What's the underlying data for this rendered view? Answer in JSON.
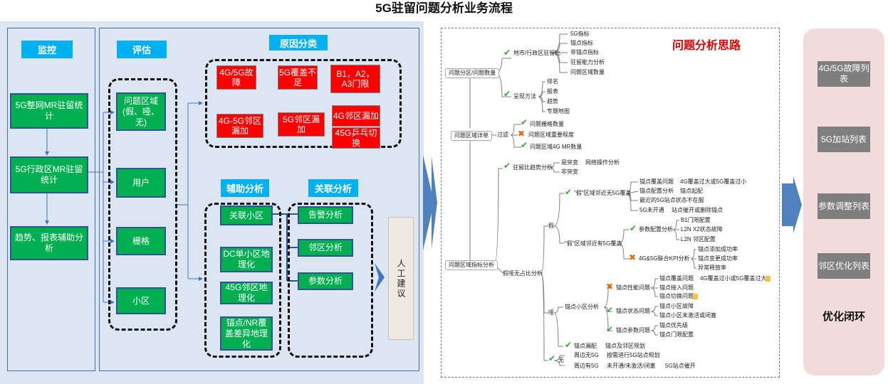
{
  "title": "5G驻留问题分析业务流程",
  "left": {
    "monitor_header": "监控",
    "monitor_items": [
      "5G整网MR驻留统计",
      "5G行政区MR驻留统计",
      "趋势、报表辅助分析"
    ],
    "assess_header": "评估",
    "assess_items": [
      "问题区域(假、哑、无)",
      "用户",
      "栅格",
      "小区"
    ],
    "cause_header": "原因分类",
    "cause_items": [
      "4G/5G故障",
      "5G覆盖不足",
      "B1，A2，A3门限",
      "4G-5G邻区漏加",
      "5G邻区漏加",
      "4G邻区漏加",
      "45G乒乓切换"
    ],
    "aux_header": "辅助分析",
    "aux_items": [
      "关联小区",
      "DC单小区地理化",
      "45G邻区地理化",
      "锚点/NR覆盖差异地理化"
    ],
    "rel_header": "关联分析",
    "rel_items": [
      "告警分析",
      "邻区分析",
      "参数分析"
    ],
    "manual": "人工建议"
  },
  "mindmap": {
    "title": "问题分析思路",
    "roots": [
      "问题分区/问题数量",
      "问题区域详单",
      "问题区域指标分析"
    ],
    "group_a_label": "地市/行政区驻留比",
    "group_a_items": [
      "5G指标",
      "锚点指标",
      "非锚点指标",
      "驻留能力分析",
      "问题区域数量"
    ],
    "group_b_label": "呈现方法",
    "group_b_items": [
      "排名",
      "报表",
      "趋势",
      "专题地图"
    ],
    "filter_label": "过滤",
    "filter_items": [
      "问题栅格数量",
      "问题区域重要程度",
      "问题区域4G MR数量"
    ],
    "trend_label": "驻留比趋势分析",
    "trend_items": [
      "是突变",
      "网络操作分析",
      "非突变"
    ],
    "fake_label": "假",
    "fake_a_label": "\"假\"区域邻近无5G覆盖",
    "fake_a_items": [
      "锚点覆盖问题",
      "4G覆盖过大或5G覆盖过小",
      "锚点配置分析",
      "锚点起配",
      "最近的5G站点状态不在服",
      "5G未开通",
      "站点催开或删除锚点"
    ],
    "fake_b_label": "\"假\"区域邻近有5G覆盖",
    "fake_b_items": [
      "B1门限配置",
      "参数配置分析",
      "L2N X2状态故障",
      "L2N 邻区配置",
      "锚点添加成功率",
      "4G&5G联合KPI分析",
      "锚点变更成功率",
      "异常释放率"
    ],
    "ratio_label": "假哑无占比分析",
    "mute_label": "哑",
    "mute_a_label": "锚点小区分析",
    "mute_a_items": [
      "锚点覆盖问题",
      "4G覆盖过小或5G覆盖过大",
      "锚点性能问题",
      "锚点接入问题",
      "锚点切换问题",
      "锚点小区故障",
      "锚点状态问题",
      "锚点小区未激活或闭塞",
      "锚点优先级",
      "锚点参数问题",
      "锚点门限配置"
    ],
    "mute_b_label": "锚点漏配",
    "mute_b_item": "锚点及邻区规划",
    "none_label": "无",
    "none_items": [
      "周边无5G",
      "按需进行5G站点规划",
      "周边有5G",
      "未开通/未激活/闭塞",
      "5G站点催开"
    ]
  },
  "right": {
    "items": [
      "4G/5G故障列表",
      "5G加站列表",
      "参数调整列表",
      "邻区优化列表"
    ],
    "footer": "优化闭环"
  },
  "colors": {
    "header": "#00b0f0",
    "green_box": "#00b050",
    "red_box": "#ff0000",
    "arrow": "#4472c4",
    "panel": "#dce6f2",
    "right_panel": "#f2dcdb",
    "list_box": "#7f7f7f",
    "mindmap_title": "#e00000"
  }
}
